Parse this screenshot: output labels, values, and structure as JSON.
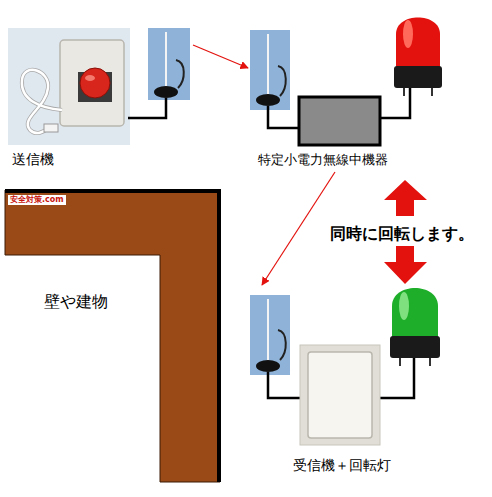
{
  "diagram": {
    "nodes": [
      {
        "text": [
          "送信機"
        ]
      },
      {
        "text": [
          "特定小電力無線中機器"
        ]
      },
      {
        "text": [
          "受信機＋回転灯"
        ]
      }
    ],
    "edges": [
      {
        "from": 0,
        "to": 1,
        "arrow": "to"
      },
      {
        "from": 1,
        "to": 2,
        "arrow": "to"
      }
    ],
    "labels": [
      "安全対策.com",
      "壁や建物",
      "同時に回転します。"
    ]
  }
}
